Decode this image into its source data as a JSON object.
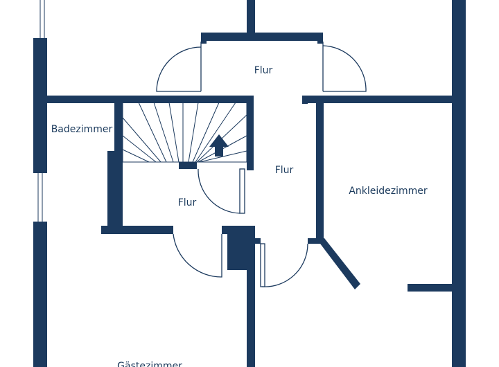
{
  "colors": {
    "wall": "#1c3a5e",
    "text": "#1b3a5c",
    "background": "#ffffff"
  },
  "rooms": {
    "flur_top": "Flur",
    "flur_center": "Flur",
    "flur_lower": "Flur",
    "badezimmer": "Badezimmer",
    "ankleidezimmer": "Ankleidezimmer",
    "gaestezimmer": "Gästezimmer"
  },
  "icons": {
    "stair_direction": "up-arrow-icon"
  }
}
